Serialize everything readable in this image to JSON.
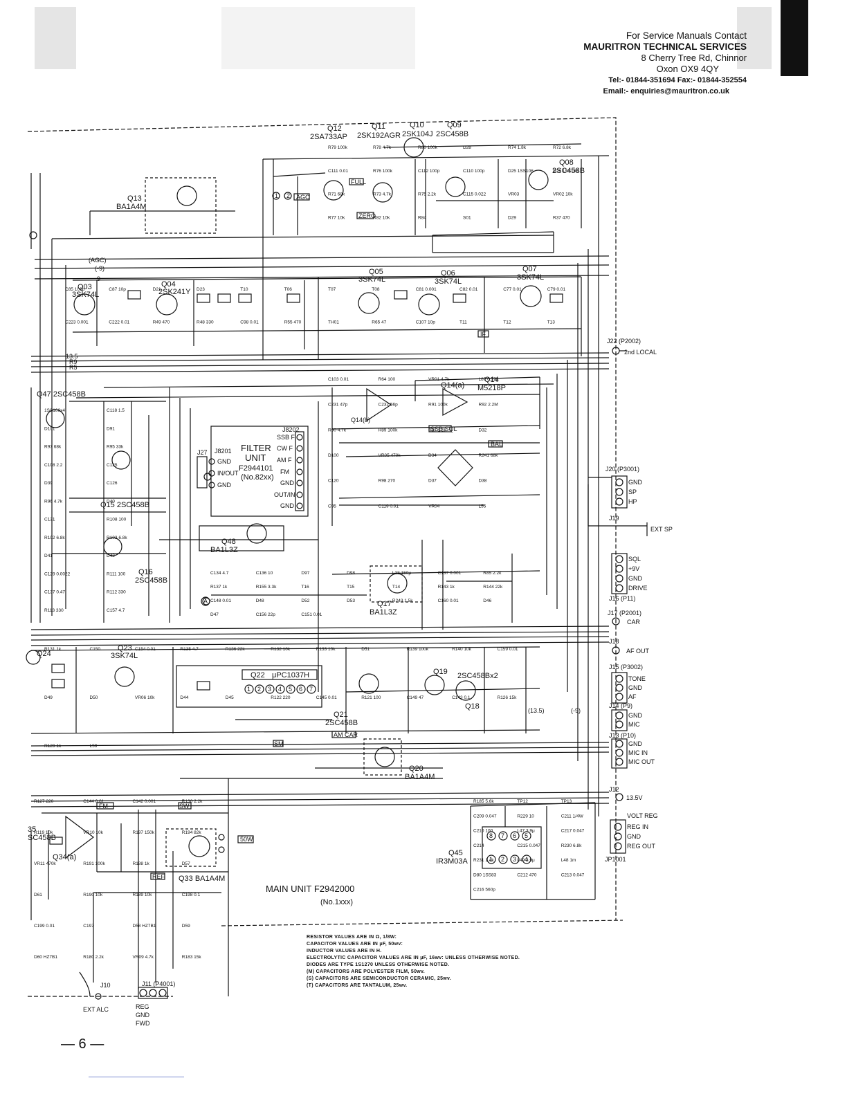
{
  "contact": {
    "line1": "For Service Manuals Contact",
    "line2": "MAURITRON TECHNICAL SERVICES",
    "line3": "8 Cherry Tree Rd, Chinnor",
    "line4": "Oxon OX9 4QY",
    "line5": "Tel:- 01844-351694 Fax:- 01844-352554",
    "line6": "Email:- enquiries@mauritron.co.uk"
  },
  "transistors": {
    "q12": "Q12",
    "q12_part": "2SA733AP",
    "q11": "Q11",
    "q11_part": "2SK192AGR",
    "q10": "Q10",
    "q10_part": "2SK104J",
    "q09": "Q09",
    "q09_part": "2SC458B",
    "q08": "Q08",
    "q08_part": "2SC458B",
    "q13": "Q13",
    "q13_part": "BA1A4M",
    "q03": "Q03",
    "q03_part": "3SK74L",
    "q04": "Q04",
    "q04_part": "2SK241Y",
    "q05": "Q05",
    "q05_part": "3SK74L",
    "q06": "Q06",
    "q06_part": "3SK74L",
    "q07": "Q07",
    "q07_part": "3SK74L",
    "q14a": "Q14(a)",
    "q14": "Q14",
    "q14_part": "M5218P",
    "q14b": "Q14(b)",
    "q47": "Q47 2SC458B",
    "q15": "Q15 2SC458B",
    "q16": "Q16",
    "q16_part": "2SC458B",
    "q48": "Q48",
    "q48_part": "BA1L3Z",
    "q17": "Q17",
    "q17_part": "BA1L3Z",
    "q23": "Q23",
    "q23_part": "3SK74L",
    "q24": "Q24",
    "q22": "Q22",
    "q22_part": "μPC1037H",
    "q21": "Q21",
    "q21_part": "2SC458B",
    "q19": "Q19",
    "q19_part": "2SC458Bx2",
    "q18": "Q18",
    "q20": "Q20",
    "q20_part": "BA1A4M",
    "q33": "Q33 BA1A4M",
    "q34a": "Q34(a)",
    "q35": "35",
    "q35_part": "SC458B",
    "q45": "Q45",
    "q45_part": "IR3M03A"
  },
  "blocks": {
    "filter_title": "FILTER",
    "filter_unit": "UNIT",
    "filter_part": "F2944101",
    "filter_no": "(No.82xx)",
    "main_unit": "MAIN UNIT F2942000",
    "main_no": "(No.1xxx)"
  },
  "tags": {
    "full": "FULL",
    "agc": "AGC",
    "zero": "ZERO",
    "if": "IF",
    "ssb_sql": "SSB SQL",
    "bal": "BAL",
    "fm": "FM",
    "am_car": "AM CAR",
    "sm": "SM",
    "ref": "REF",
    "50w": "50W",
    "sw": "SW"
  },
  "filter_pins_left": [
    "GND",
    "IN/OUT",
    "GND"
  ],
  "filter_pins_right": [
    "SSB F",
    "CW F",
    "AM F",
    "FM",
    "GND",
    "OUT/IN",
    "GND"
  ],
  "jacks": {
    "j22": "J22 (P2002)",
    "j22_label": "2nd LOCAL",
    "j20": "J20 (P3001)",
    "j20_pins": [
      "GND",
      "SP",
      "HP"
    ],
    "j19": "J19",
    "j19_label": "EXT SP",
    "j16": "J16 (P11)",
    "j16_pins": [
      "SQL",
      "+9V",
      "GND",
      "DRIVE"
    ],
    "j17": "J17 (P2001)",
    "j17_label": "CAR",
    "j18": "J18",
    "j18_label": "AF OUT",
    "j15": "J15 (P3002)",
    "j15_pins": [
      "TONE",
      "GND",
      "AF"
    ],
    "j14": "J14 (P9)",
    "j14_pins": [
      "GND",
      "MIC"
    ],
    "j13": "J13 (P10)",
    "j13_pins": [
      "GND",
      "MIC IN",
      "MIC OUT"
    ],
    "j12": "J12",
    "j12_label": "13.5V",
    "jp1001": "JP1001",
    "jp1001_pins": [
      "VOLT REG",
      "REG IN",
      "GND",
      "REG OUT"
    ],
    "j11": "J11 (P4001)",
    "j11_pins": [
      "REG",
      "GND",
      "FWD"
    ],
    "j10": "J10",
    "j10_label": "EXT ALC",
    "j27": "J27",
    "j8201": "J8201",
    "j8202": "J8202"
  },
  "rails": {
    "agc": "(AGC)",
    "m9": "(-9)",
    "p9": "9",
    "p135": "13.5",
    "r9": "R9",
    "r5": "R5",
    "n9": "(-9)",
    "n135": "(13.5)"
  },
  "components": [
    "R79 100k",
    "R78 4.7k",
    "R80 100k",
    "D28",
    "R74 1.8k",
    "R72 6.8k",
    "C111 0.01",
    "R76 100k",
    "C112 100p",
    "C110 100p",
    "D25 1SS106",
    "D26 1SS106",
    "R71 68k",
    "R73 4.7k",
    "R75 2.2k",
    "C115 0.022",
    "VR03",
    "VR02 10k",
    "R77 10k",
    "R82 10k",
    "R84",
    "S01",
    "D29",
    "R37 470",
    "C85 100p",
    "C87 10p",
    "D21",
    "D23",
    "T10",
    "T06",
    "T07",
    "T08",
    "C81 0.001",
    "C82 0.01",
    "C77 0.01",
    "C79 0.01",
    "C223 0.001",
    "C222 0.01",
    "R49 470",
    "R48 330",
    "C98 0.01",
    "R55 470",
    "TH01",
    "R65 47",
    "C107 10p",
    "T11",
    "T12",
    "T13",
    "C103 0.01",
    "R64 100",
    "VR01 4.7k",
    "L87 0.27μ",
    "C231 47p",
    "C232 56p",
    "R91 100k",
    "R92 2.2M",
    "R90 4.7k",
    "R89 100k",
    "R87 1.5k",
    "D32",
    "D100",
    "VR05 470k",
    "D34",
    "R241 68k",
    "C120",
    "R98 270",
    "D37",
    "D38",
    "C95",
    "C119 0.01",
    "VR04",
    "L55",
    "1SS106x4",
    "C118 1.5",
    "D101",
    "D91",
    "R97 68k",
    "R95 33k",
    "C108 2.2",
    "C125",
    "D39",
    "C126",
    "R96 4.7k",
    "D40",
    "C131",
    "R108 100",
    "R102 6.8k",
    "R103 6.8k",
    "D41",
    "D42",
    "C129 0.0022",
    "R111 100",
    "C137 0.47",
    "R112 330",
    "R113 330",
    "C157 4.7",
    "C134 4.7",
    "C136 10",
    "D97",
    "D98",
    "L38 150μ",
    "C137 0.001",
    "R85 2.2k",
    "R137 1k",
    "R155 3.3k",
    "T16",
    "T15",
    "T14",
    "R143 1k",
    "R144 22k",
    "C148 0.01",
    "D48",
    "D52",
    "D53",
    "R243 1.5k",
    "C160 0.01",
    "D46",
    "D47",
    "C156 22p",
    "C151 0.01",
    "R131 1k",
    "C150",
    "C154 0.01",
    "R135 4.7",
    "R136 22k",
    "R132 10k",
    "R133 10k",
    "D51",
    "R139 100k",
    "R140 10k",
    "C159 0.01",
    "D49",
    "D50",
    "VR06 10k",
    "D44",
    "D45",
    "R122 220",
    "C145 0.01",
    "R121 100",
    "C149 47",
    "C143 0.1",
    "R126 15k",
    "R129 1k",
    "L59",
    "R127 220",
    "C144 0.01",
    "C142 0.001",
    "R130 2.2k",
    "R119 10k",
    "VR10 10k",
    "R197 150k",
    "R194 82k",
    "VR11 470k",
    "R191 100k",
    "R188 1k",
    "D57",
    "D61",
    "R190 10k",
    "R189 10k",
    "C198 0.1",
    "C199 0.01",
    "C197",
    "D58 HZ7B1",
    "D59",
    "D60 HZ7B1",
    "R180 2.2k",
    "VR09 4.7k",
    "R183 15k",
    "R185 5.6k",
    "TP12",
    "TP13",
    "C209 0.047",
    "R229 10",
    "C211 1/4W",
    "C210 100",
    "L47 3.9μ",
    "C217 0.047",
    "C214",
    "C215 0.047",
    "R230 6.8k",
    "R231 1.4k",
    "L49 3.9μ",
    "L48 1m",
    "D80 1SS83",
    "C212 470",
    "C213 0.047",
    "C216 560p"
  ],
  "ic_pins": [
    "1",
    "2",
    "3",
    "4",
    "5",
    "6",
    "7"
  ],
  "ic45_top": [
    "8",
    "7",
    "6",
    "5"
  ],
  "ic45_bottom": [
    "1",
    "2",
    "3",
    "4"
  ],
  "notes": [
    "RESISTOR VALUES ARE IN Ω, 1/8W:",
    "CAPACITOR VALUES ARE IN μF, 50wv:",
    "INDUCTOR VALUES ARE IN H.",
    "ELECTROLYTIC CAPACITOR VALUES ARE IN μF, 16wv: UNLESS OTHERWISE NOTED.",
    "DIODES ARE TYPE 1S1270 UNLESS OTHERWISE NOTED.",
    "(M) CAPACITORS ARE POLYESTER FILM, 50wv.",
    "(S) CAPACITORS ARE SEMICONDUCTOR CERAMIC, 25wv.",
    "(T) CAPACITORS ARE TANTALUM, 25wv."
  ],
  "markers": {
    "a": "A",
    "one": "1",
    "two": "2"
  },
  "page_number": "— 6 —"
}
